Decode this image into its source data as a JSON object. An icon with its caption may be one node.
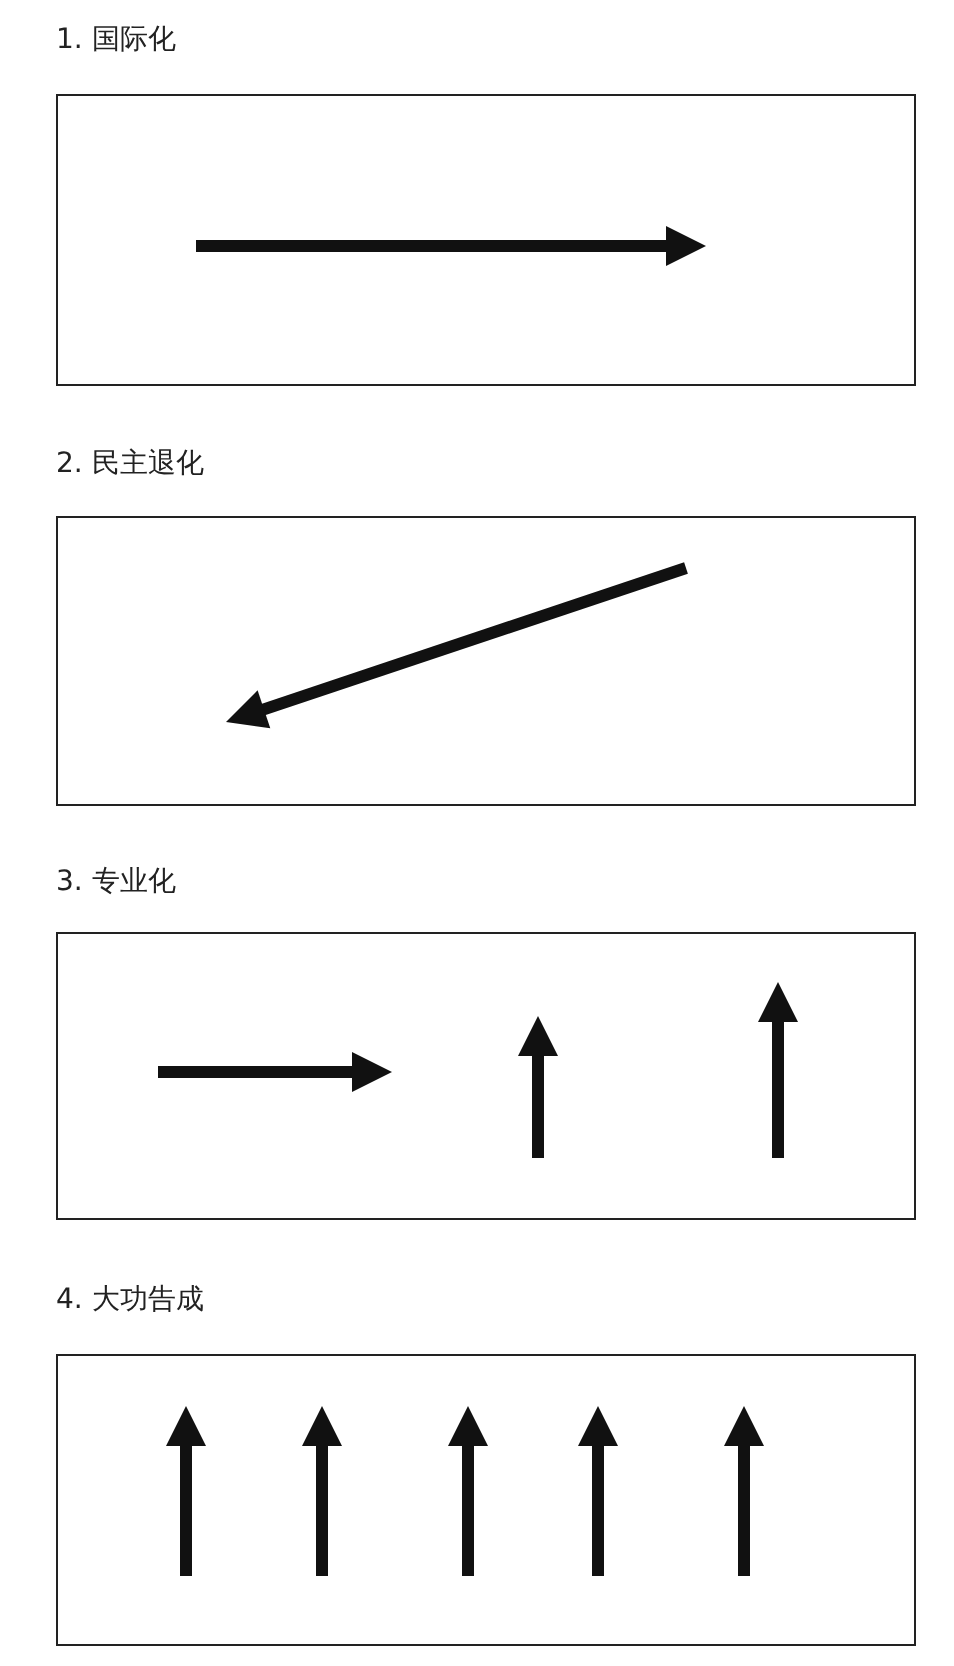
{
  "diagram": {
    "nodes": [
      {
        "text": [
          "1. 国际化"
        ]
      },
      {
        "text": [
          "2. 民主退化"
        ]
      },
      {
        "text": [
          "3. 专业化"
        ]
      },
      {
        "text": [
          "4. 大功告成"
        ]
      }
    ]
  }
}
